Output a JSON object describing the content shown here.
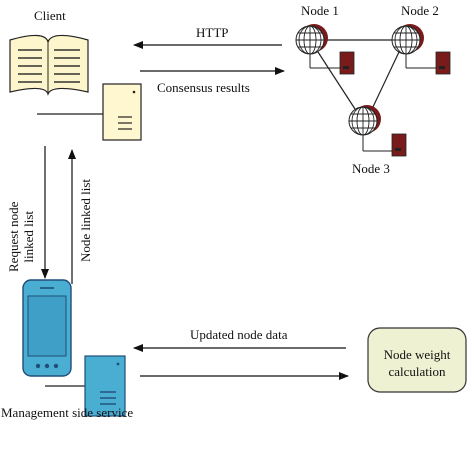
{
  "labels": {
    "client": "Client",
    "node1": "Node 1",
    "node2": "Node 2",
    "node3": "Node 3",
    "http": "HTTP",
    "consensus": "Consensus results",
    "request_line1": "Request node",
    "request_line2": "linked list",
    "node_linked_list": "Node linked list",
    "updated_node_data": "Updated node data",
    "calc_line1": "Node weight",
    "calc_line2": "calculation",
    "management": "Management side service"
  },
  "colors": {
    "server_fill": "#fef7cf",
    "phone_fill": "#4aaed2",
    "phone_dark": "#1f4e79",
    "node_dark": "#7a1b1b",
    "calc_fill": "#eef1d2",
    "book_fill": "#fdf6cc"
  },
  "icons": [
    "book-icon",
    "server-icon",
    "globe-icon",
    "smartphone-icon"
  ]
}
